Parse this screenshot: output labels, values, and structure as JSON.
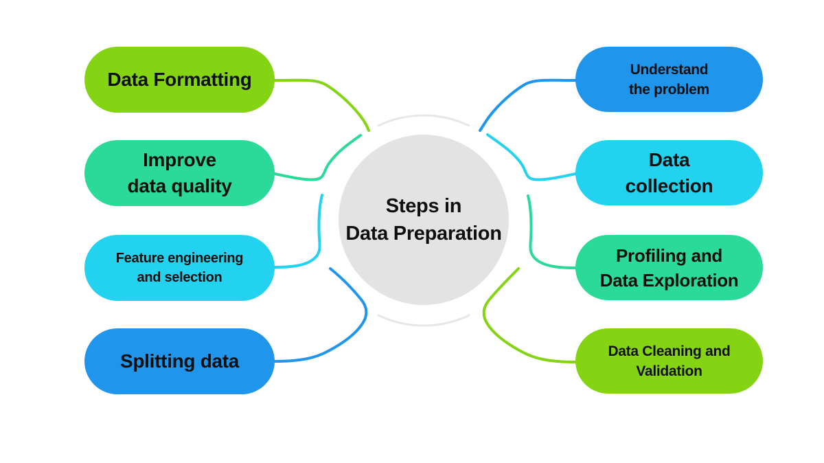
{
  "title": {
    "lines": [
      "Steps in",
      "Data Preparation"
    ]
  },
  "palette": {
    "green": "#84d414",
    "emerald": "#2bd998",
    "cyan": "#23d2ee",
    "blue": "#2095ec",
    "center_circle_fill": "#e3e3e3",
    "ring_stroke": "#e7e7e7",
    "text": "#0f0f0f",
    "background": "#ffffff"
  },
  "nodes": {
    "left": [
      {
        "id": "data-formatting",
        "lines": [
          "Data Formatting"
        ],
        "color_name": "green",
        "color": "#84d414"
      },
      {
        "id": "improve-data-quality",
        "lines": [
          "Improve",
          "data quality"
        ],
        "color_name": "emerald",
        "color": "#2bd998"
      },
      {
        "id": "feature-engineering-and-selection",
        "lines": [
          "Feature engineering",
          "and selection"
        ],
        "color_name": "cyan",
        "color": "#23d2ee"
      },
      {
        "id": "splitting-data",
        "lines": [
          "Splitting data"
        ],
        "color_name": "blue",
        "color": "#2095ec"
      }
    ],
    "right": [
      {
        "id": "understand-the-problem",
        "lines": [
          "Understand",
          "the problem"
        ],
        "color_name": "blue",
        "color": "#2095ec"
      },
      {
        "id": "data-collection",
        "lines": [
          "Data",
          "collection"
        ],
        "color_name": "cyan",
        "color": "#23d2ee"
      },
      {
        "id": "profiling-and-data-exploration",
        "lines": [
          "Profiling and",
          "Data Exploration"
        ],
        "color_name": "emerald",
        "color": "#2bd998"
      },
      {
        "id": "data-cleaning-and-validation",
        "lines": [
          "Data Cleaning and",
          "Validation"
        ],
        "color_name": "green",
        "color": "#84d414"
      }
    ]
  }
}
